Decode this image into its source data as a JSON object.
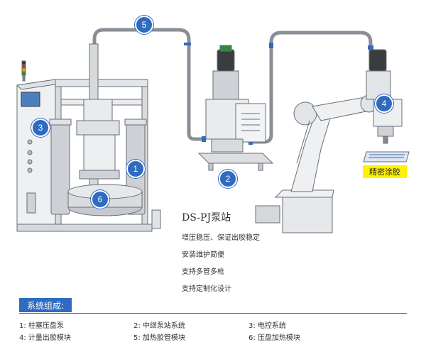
{
  "badges": [
    "1",
    "2",
    "3",
    "4",
    "5",
    "6"
  ],
  "precision_label": "精密涂胶",
  "station": {
    "title": "DS-PJ泵站",
    "features": [
      "增压稳压、保证出胶稳定",
      "安装维护简便",
      "支持多管多枪",
      "支持定制化设计"
    ]
  },
  "system": {
    "header": "系统组成:",
    "components": [
      {
        "num": "1:",
        "name": "柱塞压盘泵"
      },
      {
        "num": "2:",
        "name": "中继泵站系统"
      },
      {
        "num": "3:",
        "name": "电控系统"
      },
      {
        "num": "4:",
        "name": "计量出胶模块"
      },
      {
        "num": "5:",
        "name": "加热胶管模块"
      },
      {
        "num": "6:",
        "name": "压盘加热模块"
      }
    ]
  },
  "colors": {
    "accent": "#2f6bc0",
    "hose": "#8a8f96",
    "highlight": "#fff200"
  }
}
